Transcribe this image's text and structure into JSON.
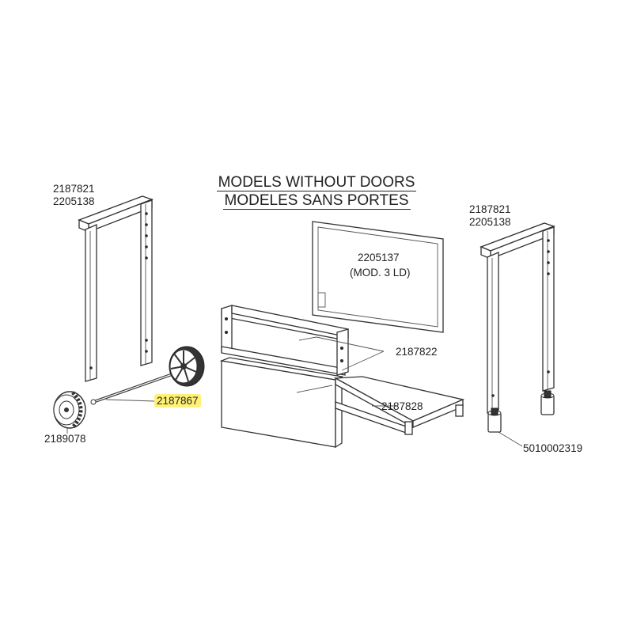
{
  "title": {
    "line1": "MODELS WITHOUT DOORS",
    "line2": "MODELES SANS PORTES"
  },
  "labels": {
    "left_upright_1": "2187821",
    "left_upright_2": "2205138",
    "right_upright_1": "2187821",
    "right_upright_2": "2205138",
    "back_panel_1": "2205137",
    "back_panel_2": "(MOD. 3 LD)",
    "front_panel": "2187822",
    "bottom_shelf": "2187828",
    "axle": "2187867",
    "wheel": "2189078",
    "leveling_foot": "5010002319"
  },
  "highlight_color": "#fff176"
}
